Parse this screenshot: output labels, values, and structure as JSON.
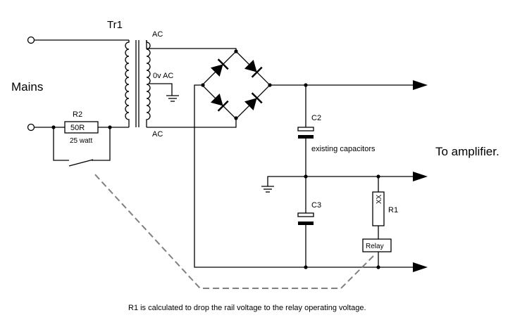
{
  "labels": {
    "transformer": "Tr1",
    "mains": "Mains",
    "ac_top": "AC",
    "center_tap": "0v AC",
    "ac_bottom": "AC",
    "r2_name": "R2",
    "r2_value": "50R",
    "r2_rating": "25 watt",
    "c2_name": "C2",
    "existing_caps": "existing capacitors",
    "c3_name": "C3",
    "r1_value": "XX",
    "r1_name": "R1",
    "relay": "Relay",
    "output": "To amplifier.",
    "footnote": "R1 is calculated to drop the rail voltage to the relay operating voltage."
  },
  "colors": {
    "wire": "#000000",
    "relay_link": "#808080",
    "background": "#ffffff"
  }
}
